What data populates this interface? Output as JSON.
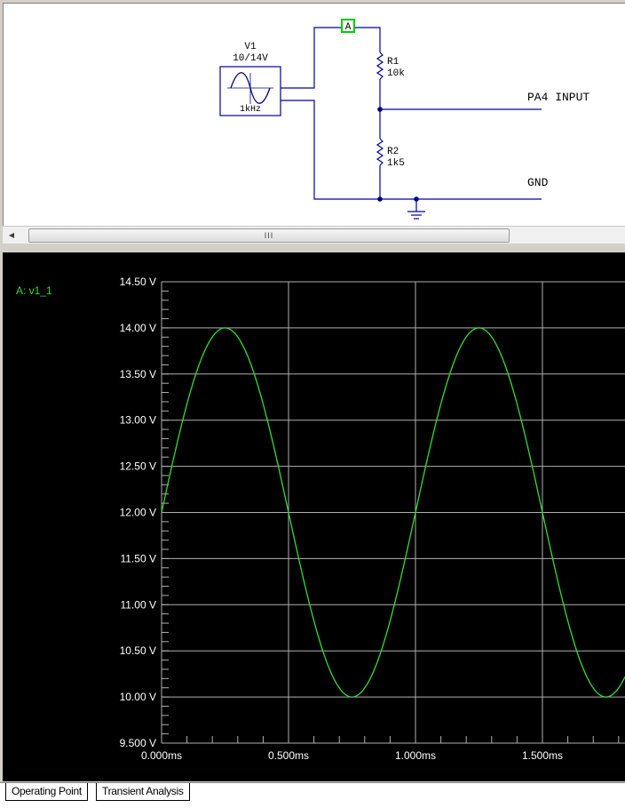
{
  "schematic": {
    "probe_label": "A",
    "source": {
      "name": "V1",
      "value": "10/14V",
      "frequency": "1kHz"
    },
    "resistors": [
      {
        "name": "R1",
        "value": "10k"
      },
      {
        "name": "R2",
        "value": "1k5"
      }
    ],
    "net_labels": {
      "output": "PA4 INPUT",
      "ground": "GND"
    }
  },
  "scrollbar": {
    "grip": "III",
    "left_arrow": "◀"
  },
  "plot": {
    "trace_label": "A: v1_1",
    "colors": {
      "background": "#000000",
      "trace": "#33dd33",
      "grid": "#b0b0b0",
      "text": "#ffffff"
    }
  },
  "chart_data": {
    "type": "line",
    "title": "",
    "xlabel": "",
    "ylabel": "",
    "xlim": [
      0,
      1.8
    ],
    "ylim": [
      9.5,
      14.5
    ],
    "x_unit": "ms",
    "x_tick_labels": [
      "0.000ms",
      "0.500ms",
      "1.000ms",
      "1.500ms"
    ],
    "x_ticks": [
      0,
      0.5,
      1.0,
      1.5
    ],
    "y_tick_labels": [
      "14.50 V",
      "14.00 V",
      "13.50 V",
      "13.00 V",
      "12.50 V",
      "12.00 V",
      "11.50 V",
      "11.00 V",
      "10.50 V",
      "10.00 V",
      "9.500 V"
    ],
    "y_ticks": [
      14.5,
      14.0,
      13.5,
      13.0,
      12.5,
      12.0,
      11.5,
      11.0,
      10.5,
      10.0,
      9.5
    ],
    "grid": true,
    "series": [
      {
        "name": "A: v1_1",
        "function": "12 + 2*sin(2*pi*1kHz*t)",
        "offset": 12,
        "amplitude": 2,
        "frequency_khz": 1,
        "points": [
          [
            0.0,
            12.0
          ],
          [
            0.125,
            13.41
          ],
          [
            0.25,
            14.0
          ],
          [
            0.375,
            13.41
          ],
          [
            0.5,
            12.0
          ],
          [
            0.625,
            10.59
          ],
          [
            0.75,
            10.0
          ],
          [
            0.875,
            10.59
          ],
          [
            1.0,
            12.0
          ],
          [
            1.125,
            13.41
          ],
          [
            1.25,
            14.0
          ],
          [
            1.375,
            13.41
          ],
          [
            1.5,
            12.0
          ],
          [
            1.625,
            10.59
          ],
          [
            1.75,
            10.0
          ]
        ]
      }
    ]
  },
  "tabs": [
    {
      "label": "Operating Point"
    },
    {
      "label": "Transient Analysis"
    }
  ]
}
